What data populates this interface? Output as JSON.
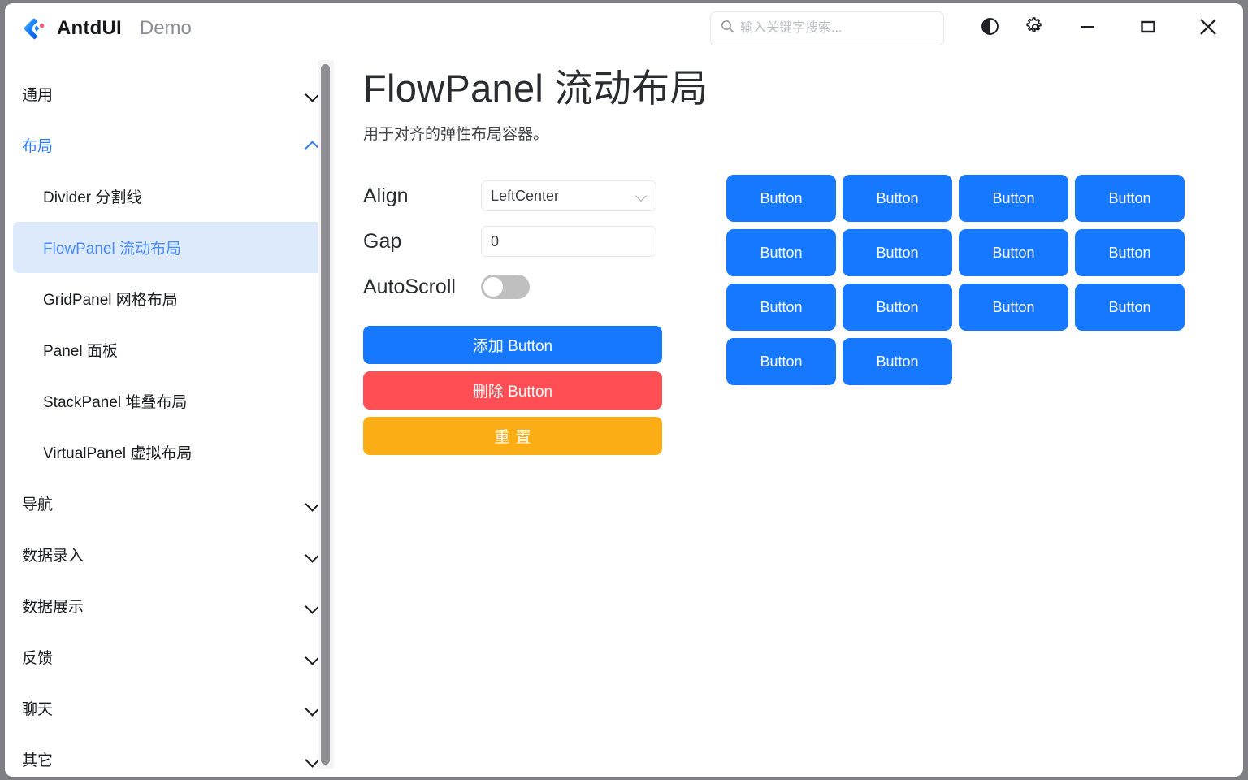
{
  "window": {
    "brand_name": "AntdUI",
    "brand_suffix": "Demo",
    "logo_icon": "antdui-logo-icon"
  },
  "search": {
    "placeholder": "输入关键字搜索...",
    "value": "",
    "icon": "search-icon"
  },
  "titlebar_buttons": [
    {
      "name": "theme-toggle-button",
      "icon": "contrast-icon"
    },
    {
      "name": "settings-button",
      "icon": "gear-icon"
    },
    {
      "name": "minimize-button",
      "icon": "minimize-icon"
    },
    {
      "name": "maximize-button",
      "icon": "maximize-icon"
    },
    {
      "name": "close-button",
      "icon": "close-icon"
    }
  ],
  "sidebar": {
    "groups": [
      {
        "label": "通用",
        "expanded": false,
        "chevron": "chevron-down-icon",
        "items": []
      },
      {
        "label": "布局",
        "expanded": true,
        "chevron": "chevron-up-icon",
        "items": [
          {
            "label": "Divider 分割线",
            "active": false
          },
          {
            "label": "FlowPanel 流动布局",
            "active": true
          },
          {
            "label": "GridPanel 网格布局",
            "active": false
          },
          {
            "label": "Panel 面板",
            "active": false
          },
          {
            "label": "StackPanel 堆叠布局",
            "active": false
          },
          {
            "label": "VirtualPanel 虚拟布局",
            "active": false
          }
        ]
      },
      {
        "label": "导航",
        "expanded": false,
        "chevron": "chevron-down-icon",
        "items": []
      },
      {
        "label": "数据录入",
        "expanded": false,
        "chevron": "chevron-down-icon",
        "items": []
      },
      {
        "label": "数据展示",
        "expanded": false,
        "chevron": "chevron-down-icon",
        "items": []
      },
      {
        "label": "反馈",
        "expanded": false,
        "chevron": "chevron-down-icon",
        "items": []
      },
      {
        "label": "聊天",
        "expanded": false,
        "chevron": "chevron-down-icon",
        "items": []
      },
      {
        "label": "其它",
        "expanded": false,
        "chevron": "chevron-down-icon",
        "items": []
      }
    ]
  },
  "page": {
    "title": "FlowPanel 流动布局",
    "description": "用于对齐的弹性布局容器。"
  },
  "controls": {
    "align_label": "Align",
    "align_value": "LeftCenter",
    "gap_label": "Gap",
    "gap_value": "0",
    "autoscroll_label": "AutoScroll",
    "autoscroll_on": false,
    "add_label": "添加 Button",
    "remove_label": "删除 Button",
    "reset_label": "重置"
  },
  "flow_buttons": [
    "Button",
    "Button",
    "Button",
    "Button",
    "Button",
    "Button",
    "Button",
    "Button",
    "Button",
    "Button",
    "Button",
    "Button",
    "Button",
    "Button"
  ],
  "colors": {
    "primary": "#1677FF",
    "danger": "#FF4F54",
    "warning": "#FAAD14",
    "active_bg": "#DDEAFB",
    "active_text": "#4A8CF7"
  }
}
